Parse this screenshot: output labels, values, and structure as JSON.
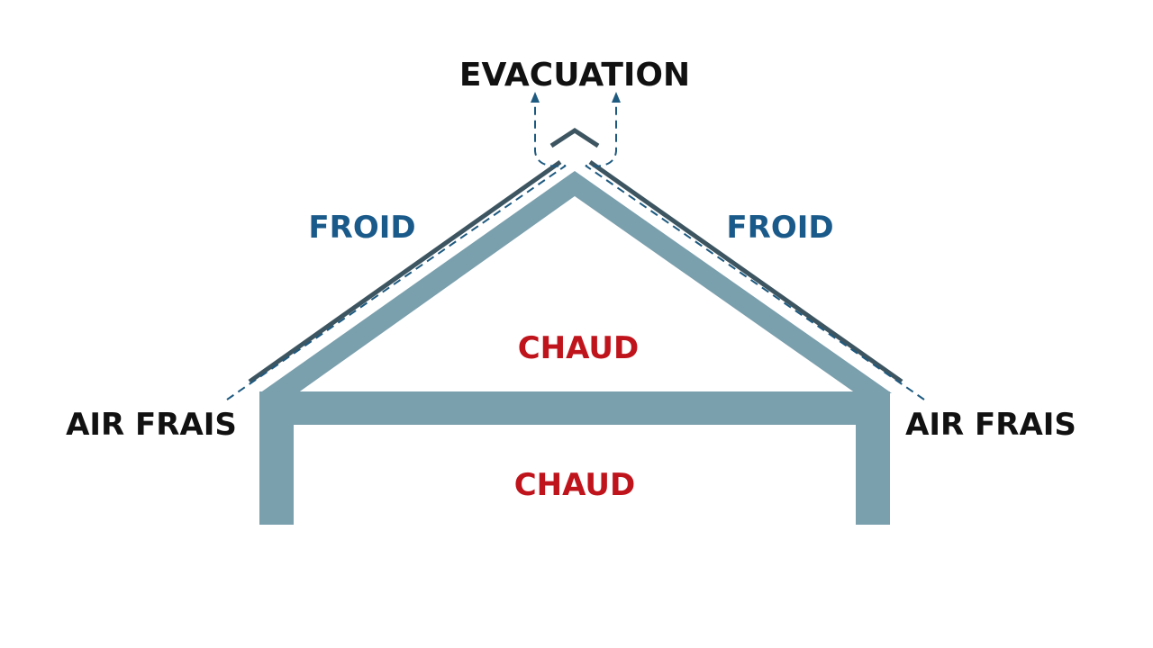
{
  "labels": {
    "top": "EVACUATION",
    "roof_left": "FROID",
    "roof_right": "FROID",
    "attic": "CHAUD",
    "room": "CHAUD",
    "eave_left": "AIR FRAIS",
    "eave_right": "AIR FRAIS"
  },
  "colors": {
    "background": "#ffffff",
    "structure": "#7a9fad",
    "roof_cover": "#3d5560",
    "airflow": "#1e5a80",
    "cold_text": "#1a5a8a",
    "warm_text": "#c0141c",
    "black_text": "#111111"
  }
}
